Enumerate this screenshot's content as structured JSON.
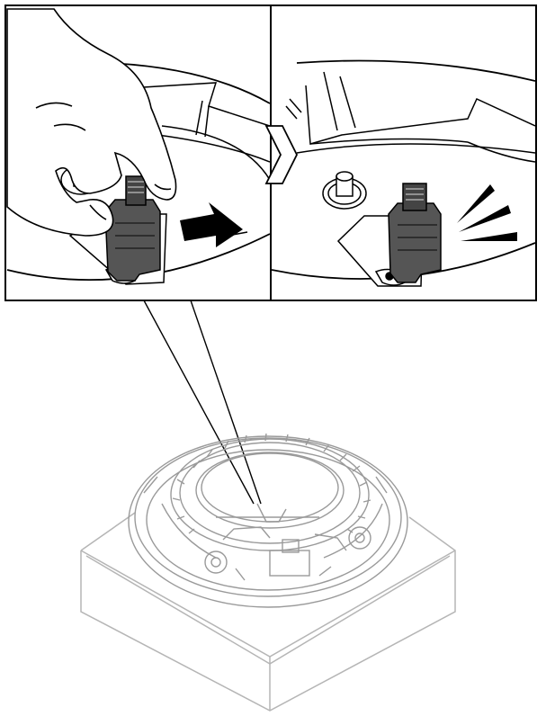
{
  "figure": {
    "panels": [
      {
        "id": "step-1",
        "action": "push-connector",
        "arrow": "right"
      },
      {
        "id": "step-2",
        "action": "connector-seated",
        "indicator": "click-lines"
      }
    ],
    "transition": "chevron-right",
    "callout": "leader-lines-to-base",
    "colors": {
      "line": "#000000",
      "connector": "#555555",
      "connector_dark": "#333333",
      "base_line": "#b5b5b5"
    }
  }
}
